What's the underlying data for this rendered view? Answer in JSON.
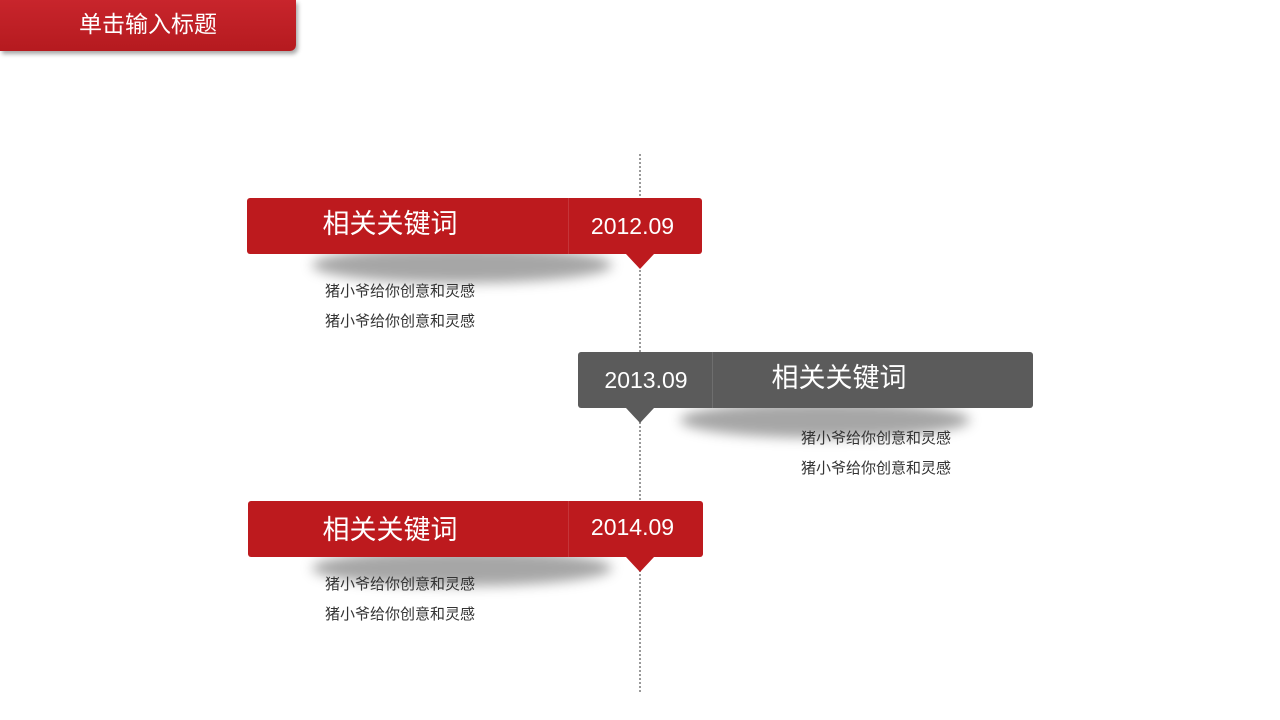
{
  "header": {
    "title": "单击输入标题"
  },
  "timeline": [
    {
      "keyword": "相关关键词",
      "date": "2012.09",
      "color": "#bd1a1e",
      "desc": [
        "猪小爷给你创意和灵感",
        "猪小爷给你创意和灵感"
      ]
    },
    {
      "keyword": "相关关键词",
      "date": "2013.09",
      "color": "#5b5b5b",
      "desc": [
        "猪小爷给你创意和灵感",
        "猪小爷给你创意和灵感"
      ]
    },
    {
      "keyword": "相关关键词",
      "date": "2014.09",
      "color": "#bd1a1e",
      "desc": [
        "猪小爷给你创意和灵感",
        "猪小爷给你创意和灵感"
      ]
    }
  ]
}
